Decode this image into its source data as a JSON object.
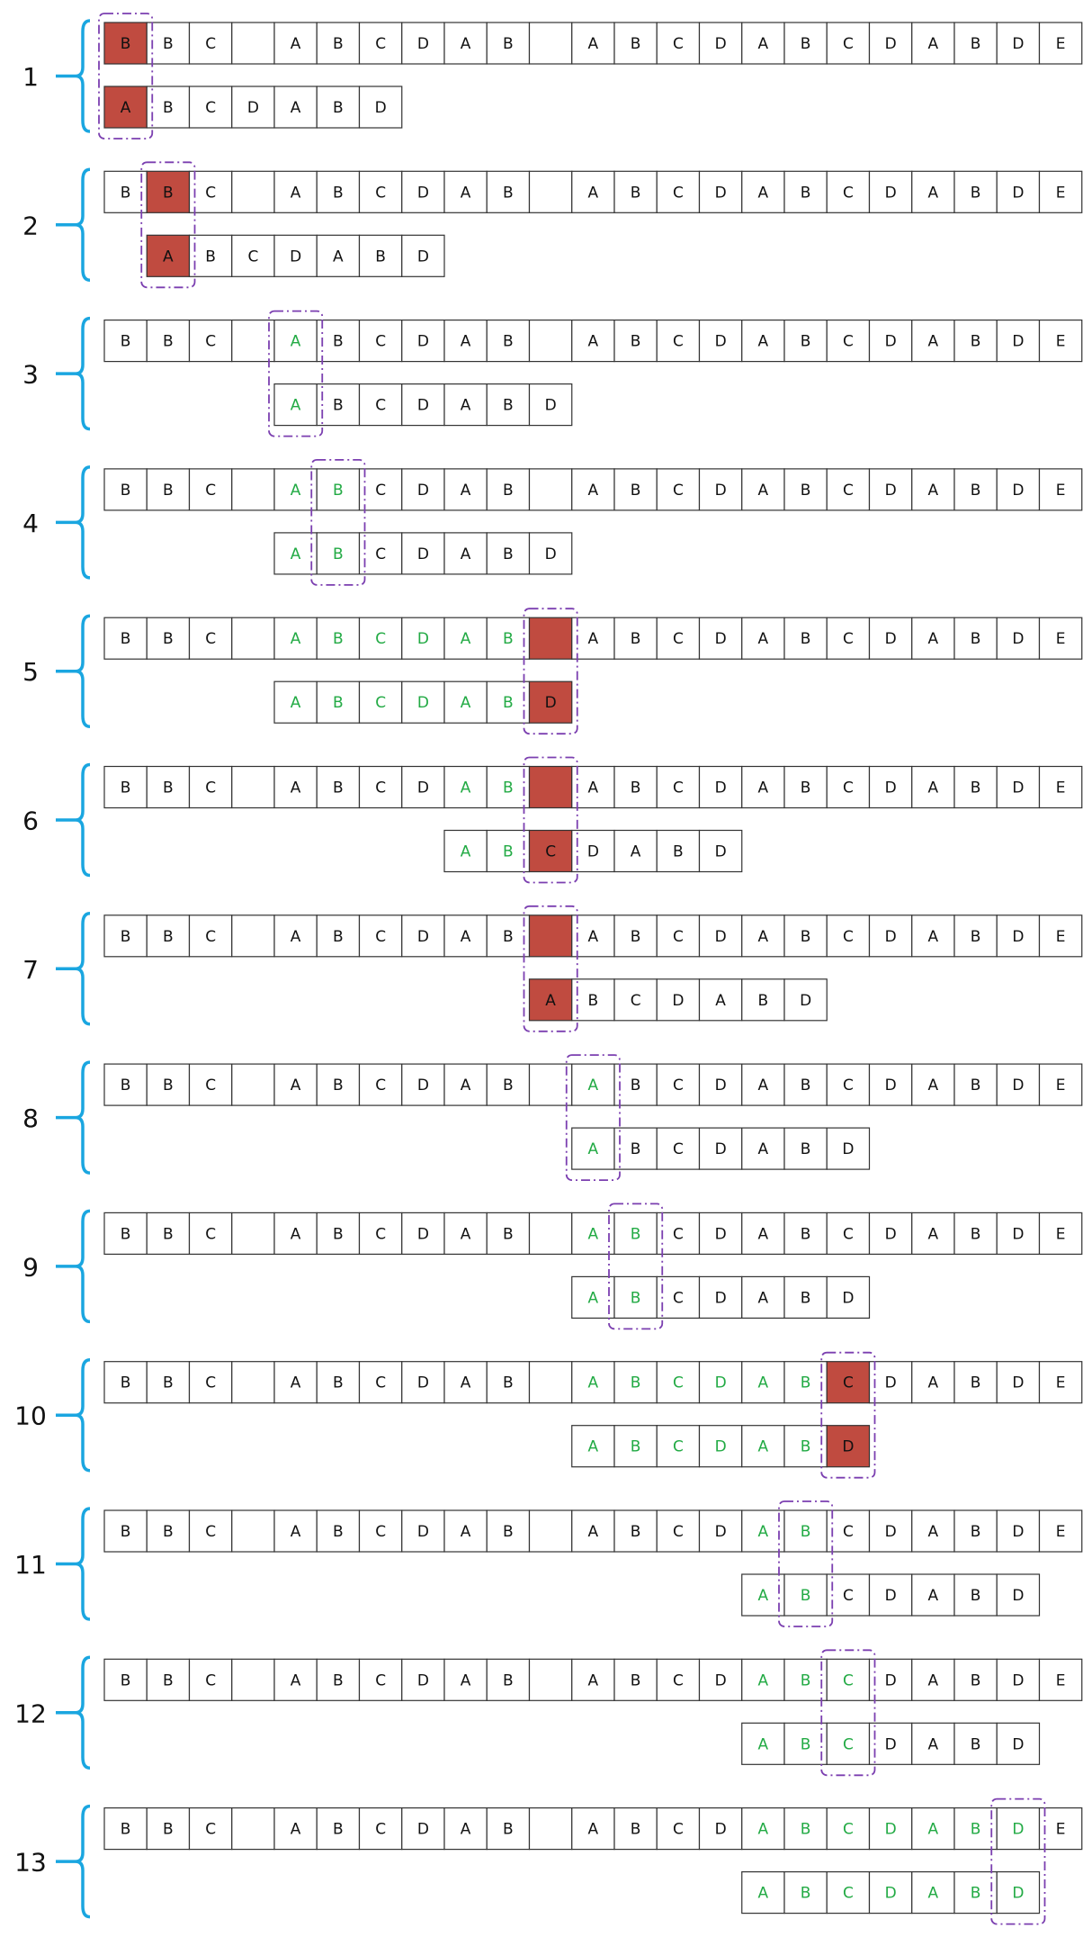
{
  "colors": {
    "match": "#22aa44",
    "mismatch_fill": "#c04b40",
    "brace": "#1aa6e0",
    "window": "#7b3fb0",
    "cell_border": "#333333",
    "text": "#111111"
  },
  "main_string": [
    "B",
    "B",
    "C",
    " ",
    "A",
    "B",
    "C",
    "D",
    "A",
    "B",
    " ",
    "A",
    "B",
    "C",
    "D",
    "A",
    "B",
    "C",
    "D",
    "A",
    "B",
    "D",
    "E"
  ],
  "pattern_string": [
    "A",
    "B",
    "C",
    "D",
    "A",
    "B",
    "D"
  ],
  "steps": [
    {
      "label": "1",
      "offset": 0,
      "match_count": 0,
      "mismatch": true,
      "text_override": null
    },
    {
      "label": "2",
      "offset": 1,
      "match_count": 0,
      "mismatch": true,
      "text_override": null
    },
    {
      "label": "3",
      "offset": 4,
      "match_count": 1,
      "mismatch": false,
      "text_override": null
    },
    {
      "label": "4",
      "offset": 4,
      "match_count": 2,
      "mismatch": false,
      "text_override": null
    },
    {
      "label": "5",
      "offset": 4,
      "match_count": 6,
      "mismatch": true,
      "text_override": ""
    },
    {
      "label": "6",
      "offset": 8,
      "match_count": 2,
      "mismatch": true,
      "text_override": ""
    },
    {
      "label": "7",
      "offset": 10,
      "match_count": 0,
      "mismatch": true,
      "text_override": ""
    },
    {
      "label": "8",
      "offset": 11,
      "match_count": 1,
      "mismatch": false,
      "text_override": null
    },
    {
      "label": "9",
      "offset": 11,
      "match_count": 2,
      "mismatch": false,
      "text_override": null
    },
    {
      "label": "10",
      "offset": 11,
      "match_count": 6,
      "mismatch": true,
      "text_override": null
    },
    {
      "label": "11",
      "offset": 15,
      "match_count": 2,
      "mismatch": false,
      "text_override": null
    },
    {
      "label": "12",
      "offset": 15,
      "match_count": 3,
      "mismatch": false,
      "text_override": null
    },
    {
      "label": "13",
      "offset": 15,
      "match_count": 7,
      "mismatch": false,
      "text_override": null
    }
  ]
}
